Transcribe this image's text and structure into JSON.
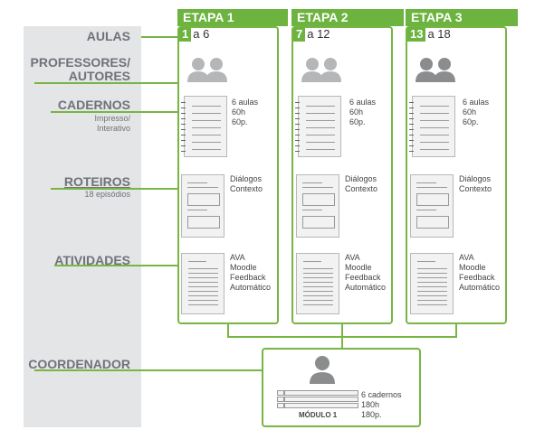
{
  "rows": {
    "aulas": "AULAS",
    "professores": "PROFESSORES/\nAUTORES",
    "professores_line1": "PROFESSORES/",
    "professores_line2": "AUTORES",
    "cadernos": "CADERNOS",
    "cadernos_sub1": "Impresso/",
    "cadernos_sub2": "Interativo",
    "roteiros": "ROTEIROS",
    "roteiros_sub": "18 episódios",
    "atividades": "ATIVIDADES",
    "coordenador": "COORDENADOR"
  },
  "etapas": [
    {
      "title": "ETAPA 1",
      "start": "1",
      "range": "a 6",
      "cadernos_1": "6 aulas",
      "cadernos_2": "60h",
      "cadernos_3": "60p.",
      "roteiros_1": "Diálogos",
      "roteiros_2": "Contexto",
      "atividades_1": "AVA",
      "atividades_2": "Moodle",
      "atividades_3": "Feedback",
      "atividades_4": "Automático"
    },
    {
      "title": "ETAPA 2",
      "start": "7",
      "range": "a 12",
      "cadernos_1": "6 aulas",
      "cadernos_2": "60h",
      "cadernos_3": "60p.",
      "roteiros_1": "Diálogos",
      "roteiros_2": "Contexto",
      "atividades_1": "AVA",
      "atividades_2": "Moodle",
      "atividades_3": "Feedback",
      "atividades_4": "Automático"
    },
    {
      "title": "ETAPA 3",
      "start": "13",
      "range": "a 18",
      "cadernos_1": "6 aulas",
      "cadernos_2": "60h",
      "cadernos_3": "60p.",
      "roteiros_1": "Diálogos",
      "roteiros_2": "Contexto",
      "atividades_1": "AVA",
      "atividades_2": "Moodle",
      "atividades_3": "Feedback",
      "atividades_4": "Automático"
    }
  ],
  "coordenador": {
    "module": "MÓDULO 1",
    "line1": "6 cadernos",
    "line2": "180h",
    "line3": "180p."
  },
  "colors": {
    "green": "#6cb33f",
    "panel": "#e4e5e7",
    "icon": "#b5b6b8",
    "coord_icon": "#8b8c8e"
  }
}
